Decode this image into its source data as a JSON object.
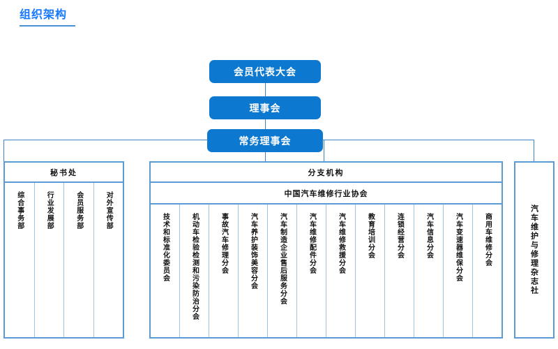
{
  "page": {
    "title": "组织架构"
  },
  "hierarchy": {
    "congress": "会员代表大会",
    "council": "理事会",
    "standing_council": "常务理事会"
  },
  "secretariat": {
    "header": "秘书处",
    "departments": [
      "综合事务部",
      "行业发展部",
      "会员服务部",
      "对外宣传部"
    ]
  },
  "branch": {
    "header": "分支机构",
    "subheader": "中国汽车维修行业协会",
    "units": [
      "技术和标准化委员会",
      "机动车检验检测和污染防治分会",
      "事故汽车修理分会",
      "汽车养护装饰美容分会",
      "汽车制造企业售后服务分会",
      "汽车维修配件分会",
      "汽车维修救援分会",
      "教育培训分会",
      "连锁经营分会",
      "汽车信息分会",
      "汽车变速器维保分会",
      "商用车维修分会"
    ]
  },
  "magazine": {
    "name": "汽车维护与修理杂志社"
  },
  "colors": {
    "title_blue": "#1677ff",
    "box_blue": "#0d78cf",
    "border_blue": "#5b9bd5",
    "line_blue": "#3f82c4",
    "inner_line_blue": "#9dc3e6"
  }
}
